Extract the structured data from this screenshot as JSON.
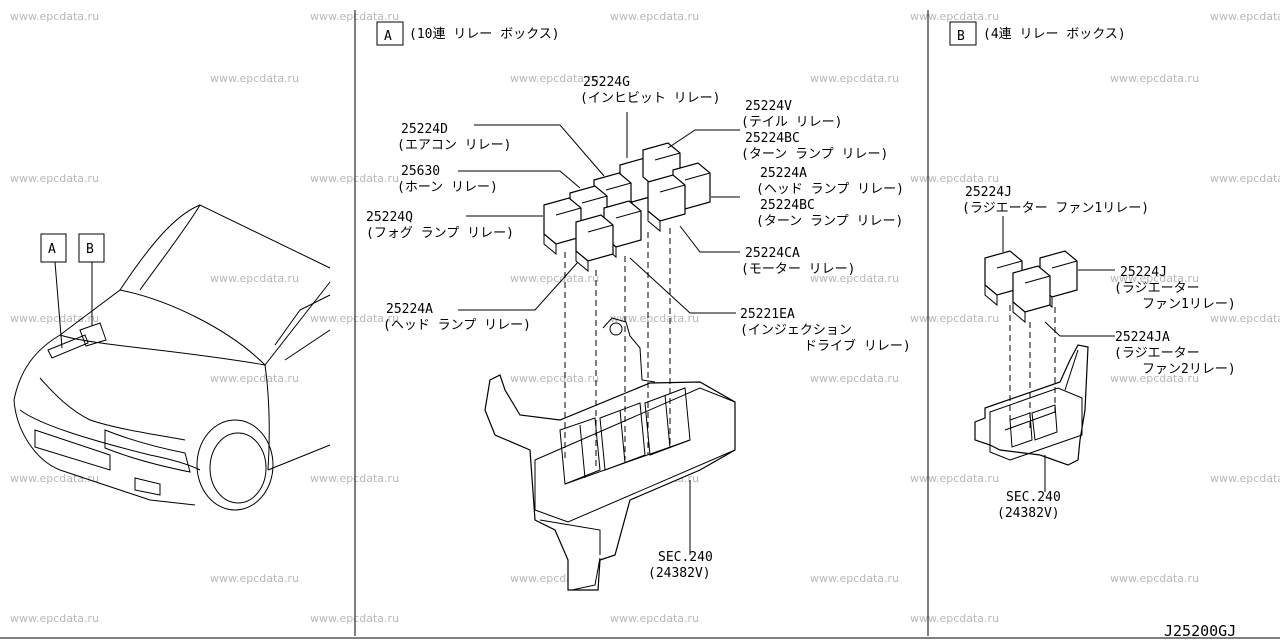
{
  "watermark": "www.epcdata.ru",
  "diagram_code": "J25200GJ",
  "panels": {
    "overview": {
      "box_a": "A",
      "box_b": "B"
    },
    "a": {
      "badge": "A",
      "title": "(10連 リレー ボックス)",
      "callouts": [
        {
          "id": "25224g",
          "part": "25224G",
          "desc": [
            "(インヒビット リレー)"
          ]
        },
        {
          "id": "25224v",
          "part": "25224V",
          "desc": [
            "(テイル リレー)"
          ]
        },
        {
          "id": "25224bc-1",
          "part": "25224BC",
          "desc": [
            "(ターン ランプ リレー)"
          ]
        },
        {
          "id": "25224d",
          "part": "25224D",
          "desc": [
            "(エアコン リレー)"
          ]
        },
        {
          "id": "25630",
          "part": "25630",
          "desc": [
            "(ホーン リレー)"
          ]
        },
        {
          "id": "25224a-1",
          "part": "25224A",
          "desc": [
            "(ヘッド ランプ リレー)"
          ]
        },
        {
          "id": "25224bc-2",
          "part": "25224BC",
          "desc": [
            "(ターン ランプ リレー)"
          ]
        },
        {
          "id": "25224q",
          "part": "25224Q",
          "desc": [
            "(フォグ ランプ リレー)"
          ]
        },
        {
          "id": "25224ca",
          "part": "25224CA",
          "desc": [
            "(モーター リレー)"
          ]
        },
        {
          "id": "25224a-2",
          "part": "25224A",
          "desc": [
            "(ヘッド ランプ リレー)"
          ]
        },
        {
          "id": "25221ea",
          "part": "25221EA",
          "desc": [
            "(インジェクション",
            "ドライブ リレー)"
          ]
        }
      ],
      "sec": [
        "SEC.240",
        "(24382V)"
      ]
    },
    "b": {
      "badge": "B",
      "title": "(4連 リレー ボックス)",
      "callouts": [
        {
          "id": "25224j-1",
          "part": "25224J",
          "desc": [
            "(ラジエーター ファン1リレー)"
          ]
        },
        {
          "id": "25224j-2",
          "part": "25224J",
          "desc": [
            "(ラジエーター",
            "ファン1リレー)"
          ]
        },
        {
          "id": "25224ja",
          "part": "25224JA",
          "desc": [
            "(ラジエーター",
            "ファン2リレー)"
          ]
        }
      ],
      "sec": [
        "SEC.240",
        "(24382V)"
      ]
    }
  }
}
